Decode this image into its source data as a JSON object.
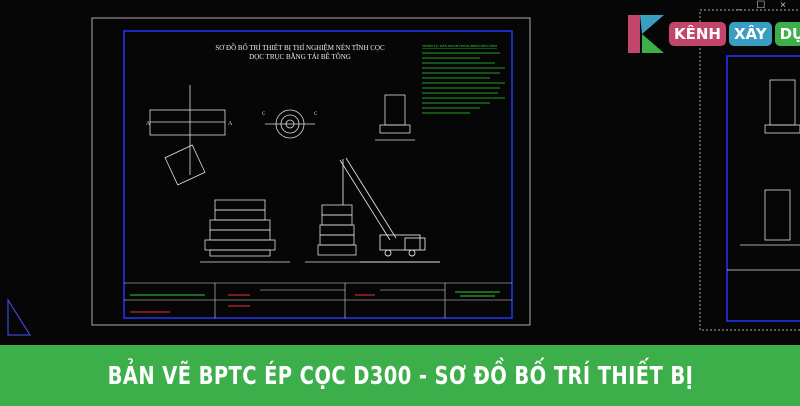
{
  "window": {
    "controls": "_ ☐ ×"
  },
  "drawing": {
    "title_line1": "SƠ ĐỒ BỐ TRÍ THIẾT BỊ THÍ NGHIỆM NÉN TĨNH CỌC",
    "title_line2": "DỌC TRỤC BẰNG TẢI BÊ TÔNG",
    "notes_heading": "TRÌNH TỰ TIẾN HÀNH THÍ NGHIỆM NÉN TĨNH",
    "section_labels": [
      "A",
      "A",
      "C",
      "C"
    ]
  },
  "logo": {
    "words": [
      "KÊNH",
      "XÂY",
      "DỰNG"
    ],
    "colors": [
      "#c2456b",
      "#3a9ec0",
      "#3cae4a"
    ]
  },
  "banner": {
    "text": "BẢN VẼ BPTC ÉP CỌC D300 - SƠ ĐỒ BỐ TRÍ THIẾT BỊ",
    "color": "#3cae4a"
  }
}
